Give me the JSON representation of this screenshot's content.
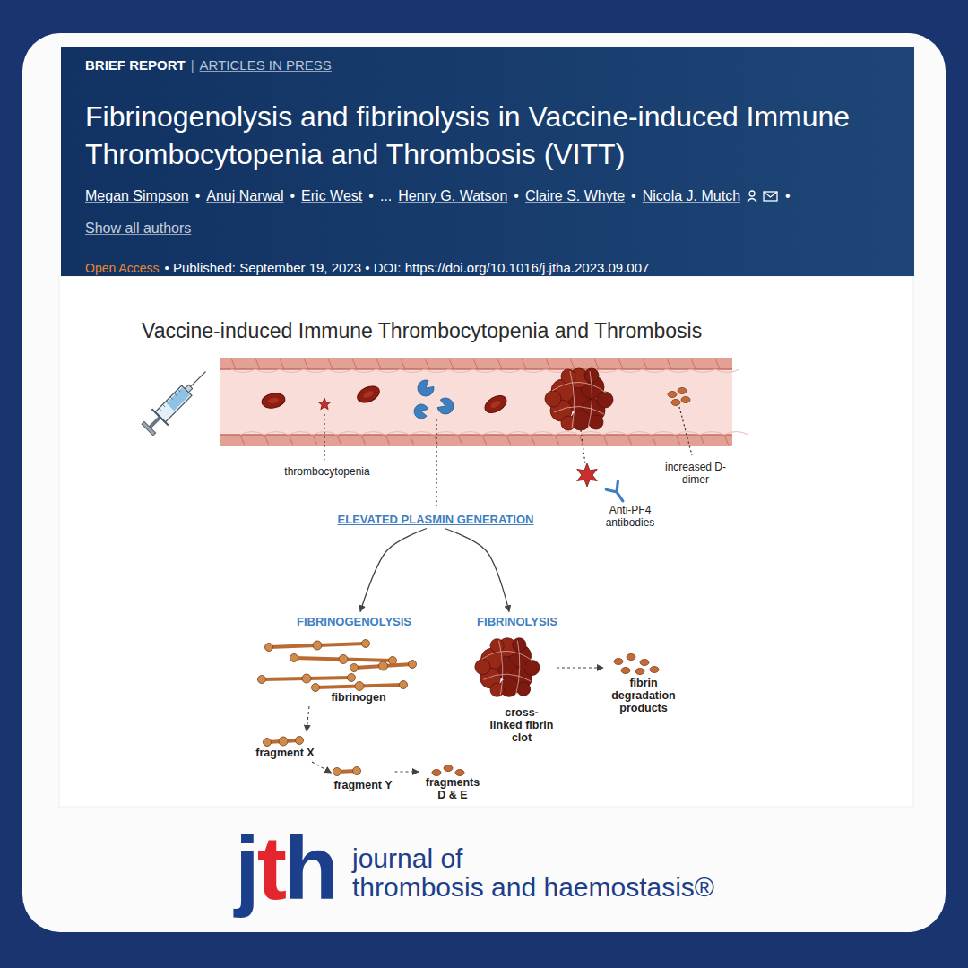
{
  "diagram": {
    "nodes": [
      {
        "text": [
          "BRIEF REPORT",
          "|",
          "ARTICLES IN PRESS",
          "Fibrinogenolysis and fibrinolysis in Vaccine-induced Immune Thrombocytopenia and Thrombosis (VITT)",
          "Megan Simpson",
          "•",
          "Anuj Narwal",
          "•",
          "Eric West",
          "•",
          "...",
          "Henry G. Watson",
          "•",
          "Claire S. Whyte",
          "•",
          "Nicola J. Mutch",
          "•",
          "Show all authors",
          "Open Access",
          "• Published: September 19, 2023 • DOI: https://doi.org/10.1016/j.jtha.2023.09.007"
        ]
      },
      {
        "text": [
          "ELEVATED PLASMIN GENERATION"
        ]
      },
      {
        "text": [
          "FIBRINOGENOLYSIS"
        ]
      },
      {
        "text": [
          "FIBRINOLYSIS"
        ]
      },
      {
        "text": [
          "fibrinogen"
        ]
      },
      {
        "text": [
          "fragment X"
        ]
      },
      {
        "text": [
          "fragment Y"
        ]
      },
      {
        "text": [
          "fragments D & E"
        ]
      },
      {
        "text": [
          "cross-linked fibrin clot"
        ]
      },
      {
        "text": [
          "fibrin degradation products"
        ]
      }
    ],
    "edges": [
      {
        "from": 1,
        "to": 2,
        "arrow": "to"
      },
      {
        "from": 1,
        "to": 3,
        "arrow": "to"
      },
      {
        "from": 4,
        "to": 5,
        "arrow": "to"
      },
      {
        "from": 5,
        "to": 6,
        "arrow": "to"
      },
      {
        "from": 6,
        "to": 7,
        "arrow": "to"
      },
      {
        "from": 8,
        "to": 9,
        "arrow": "to"
      }
    ],
    "labels": [
      "Vaccine-induced Immune Thrombocytopenia and Thrombosis",
      "thrombocytopenia",
      "Anti-PF4 antibodies",
      "increased D-dimer",
      "jth",
      "journal of",
      "thrombosis and haemostasis®"
    ]
  }
}
